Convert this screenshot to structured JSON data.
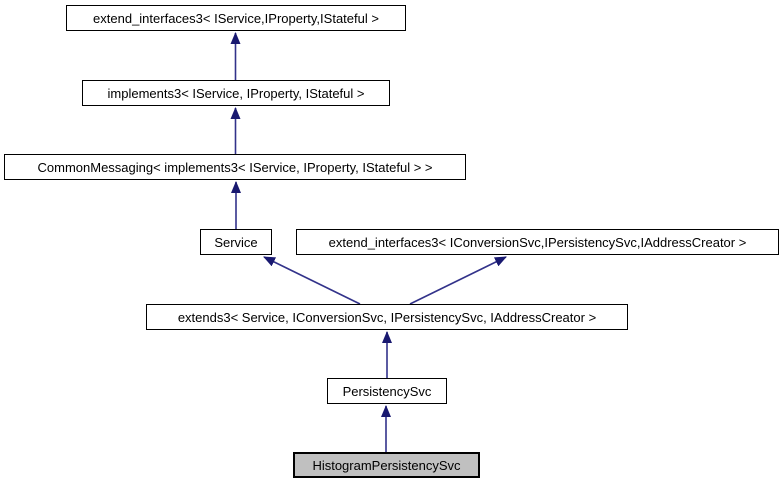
{
  "diagram": {
    "type": "class-inheritance-graph",
    "nodes": [
      {
        "id": "extend_interfaces3_iservice",
        "label": "extend_interfaces3< IService,IProperty,IStateful >",
        "highlighted": false
      },
      {
        "id": "implements3",
        "label": "implements3< IService, IProperty, IStateful >",
        "highlighted": false
      },
      {
        "id": "common_messaging",
        "label": "CommonMessaging< implements3< IService, IProperty, IStateful > >",
        "highlighted": false
      },
      {
        "id": "service",
        "label": "Service",
        "highlighted": false
      },
      {
        "id": "extend_interfaces3_iconversionsvc",
        "label": "extend_interfaces3< IConversionSvc,IPersistencySvc,IAddressCreator >",
        "highlighted": false
      },
      {
        "id": "extends3",
        "label": "extends3< Service, IConversionSvc, IPersistencySvc, IAddressCreator >",
        "highlighted": false
      },
      {
        "id": "persistencysvc",
        "label": "PersistencySvc",
        "highlighted": false
      },
      {
        "id": "histogram_persistencysvc",
        "label": "HistogramPersistencySvc",
        "highlighted": true
      }
    ],
    "edges": [
      {
        "from": "implements3",
        "to": "extend_interfaces3_iservice"
      },
      {
        "from": "common_messaging",
        "to": "implements3"
      },
      {
        "from": "service",
        "to": "common_messaging"
      },
      {
        "from": "extends3",
        "to": "service"
      },
      {
        "from": "extends3",
        "to": "extend_interfaces3_iconversionsvc"
      },
      {
        "from": "persistencysvc",
        "to": "extends3"
      },
      {
        "from": "histogram_persistencysvc",
        "to": "persistencysvc"
      }
    ],
    "colors": {
      "node_border": "#000000",
      "node_fill": "#ffffff",
      "highlight_fill": "#c0c0c0",
      "arrow": "#191970",
      "background": "#ffffff",
      "text": "#000000"
    }
  }
}
